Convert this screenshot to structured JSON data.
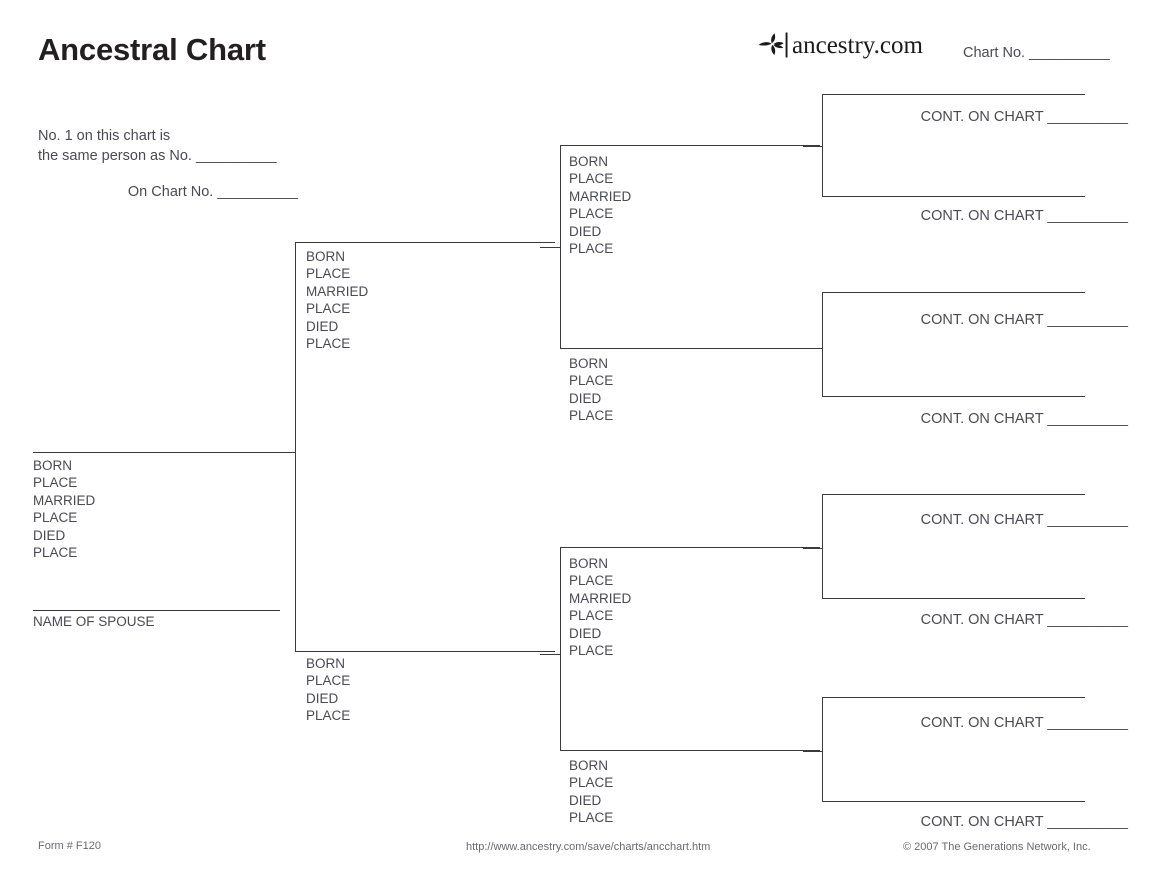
{
  "header": {
    "title": "Ancestral Chart",
    "brand_text": "ancestry.com",
    "brand_mark_name": "ancestry-leaf-logo",
    "chart_no_label": "Chart No. __________"
  },
  "notes": {
    "line_1": "No. 1 on this chart is",
    "line_2": "the same person as No. __________",
    "line_3": "On Chart No. __________"
  },
  "fields": {
    "born": "BORN",
    "place": "PLACE",
    "married": "MARRIED",
    "died": "DIED",
    "name_of_spouse": "NAME OF SPOUSE",
    "cont_on_chart": "CONT. ON CHART __________"
  },
  "chart_data": {
    "type": "table",
    "title": "Ancestral Chart",
    "description": "Blank four-generation pedigree (ancestral) chart form with fill-in rule lines.",
    "generations": [
      {
        "generation": 1,
        "person_count": 1,
        "persons": [
          {
            "id": 1,
            "field_labels": [
              "BORN",
              "PLACE",
              "MARRIED",
              "PLACE",
              "DIED",
              "PLACE"
            ],
            "extra_label": "NAME OF SPOUSE"
          }
        ]
      },
      {
        "generation": 2,
        "person_count": 2,
        "persons": [
          {
            "id": 2,
            "field_labels": [
              "BORN",
              "PLACE",
              "MARRIED",
              "PLACE",
              "DIED",
              "PLACE"
            ]
          },
          {
            "id": 3,
            "field_labels": [
              "BORN",
              "PLACE",
              "DIED",
              "PLACE"
            ]
          }
        ]
      },
      {
        "generation": 3,
        "person_count": 4,
        "persons": [
          {
            "id": 4,
            "field_labels": [
              "BORN",
              "PLACE",
              "MARRIED",
              "PLACE",
              "DIED",
              "PLACE"
            ]
          },
          {
            "id": 5,
            "field_labels": [
              "BORN",
              "PLACE",
              "DIED",
              "PLACE"
            ]
          },
          {
            "id": 6,
            "field_labels": [
              "BORN",
              "PLACE",
              "MARRIED",
              "PLACE",
              "DIED",
              "PLACE"
            ]
          },
          {
            "id": 7,
            "field_labels": [
              "BORN",
              "PLACE",
              "DIED",
              "PLACE"
            ]
          }
        ]
      },
      {
        "generation": 4,
        "person_count": 8,
        "continuation_label": "CONT. ON CHART __________",
        "continuation_count": 8
      }
    ]
  },
  "footer": {
    "form_number": "Form # F120",
    "url": "http://www.ancestry.com/save/charts/ancchart.htm",
    "copyright": "© 2007 The Generations Network, Inc."
  },
  "colors": {
    "text": "#4a4a52",
    "title": "#231f20",
    "rule": "#3b3b3b",
    "footer_text": "#6a6a70",
    "background": "#ffffff"
  }
}
